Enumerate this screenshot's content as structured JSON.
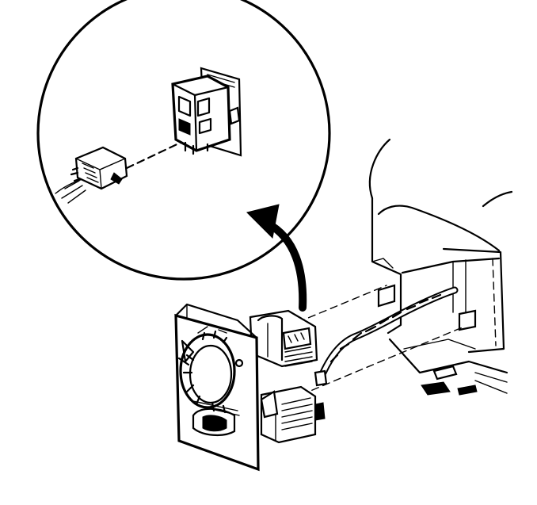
{
  "figure": {
    "description_shown_text": "",
    "colors": {
      "ink": "#000000",
      "paper": "#ffffff"
    },
    "parts": [
      "detail-circle",
      "connector-plug",
      "switch-socket",
      "release-arrow",
      "control-head",
      "wiring-harness",
      "dashboard-bracket"
    ]
  }
}
